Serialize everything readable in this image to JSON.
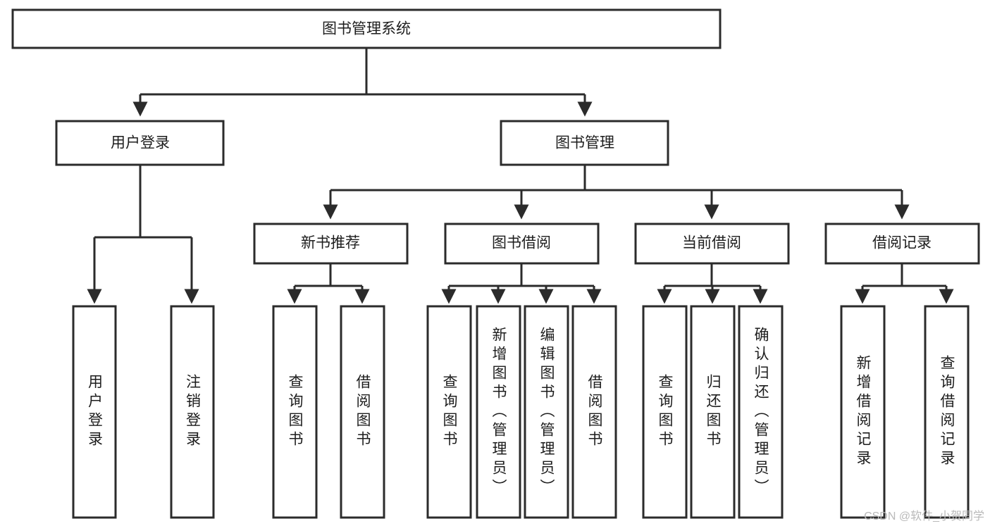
{
  "diagram": {
    "title": "图书管理系统",
    "type": "tree-hierarchy",
    "watermark": "CSDN @软件_小贺同学",
    "colors": {
      "background": "#ffffff",
      "box_fill": "#ffffff",
      "box_stroke": "#2b2b2b",
      "connector": "#2b2b2b",
      "text": "#1d1d1d",
      "watermark": "#b9b9b9"
    },
    "root": {
      "label": "图书管理系统"
    },
    "level2": [
      {
        "label": "用户登录"
      },
      {
        "label": "图书管理"
      }
    ],
    "level3": [
      {
        "label": "新书推荐"
      },
      {
        "label": "图书借阅"
      },
      {
        "label": "当前借阅"
      },
      {
        "label": "借阅记录"
      }
    ],
    "leaves": {
      "user_login": [
        {
          "label": "用户登录"
        },
        {
          "label": "注销登录"
        }
      ],
      "new_book_recommend": [
        {
          "label": "查询图书"
        },
        {
          "label": "借阅图书"
        }
      ],
      "book_borrow": [
        {
          "label": "查询图书"
        },
        {
          "label": "新增图书（管理员）"
        },
        {
          "label": "编辑图书（管理员）"
        },
        {
          "label": "借阅图书"
        }
      ],
      "current_borrow": [
        {
          "label": "查询图书"
        },
        {
          "label": "归还图书"
        },
        {
          "label": "确认归还（管理员）"
        }
      ],
      "borrow_record": [
        {
          "label": "新增借阅记录"
        },
        {
          "label": "查询借阅记录"
        }
      ]
    }
  }
}
